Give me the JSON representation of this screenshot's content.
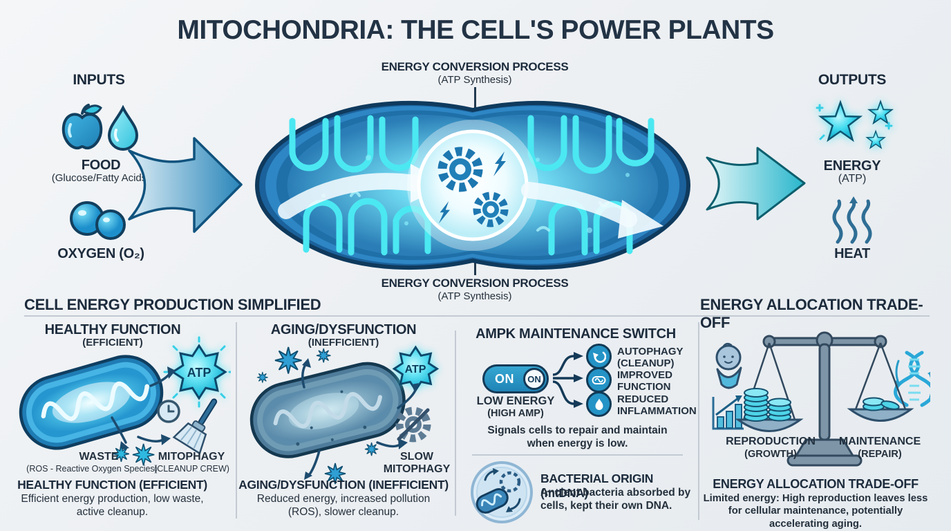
{
  "title": "MITOCHONDRIA: THE CELL'S POWER PLANTS",
  "process": {
    "label": "ENERGY CONVERSION PROCESS",
    "sub": "(ATP Synthesis)"
  },
  "inputs": {
    "heading": "INPUTS",
    "food_label": "FOOD",
    "food_sub": "(Glucose/Fatty Acids)",
    "oxygen_label": "OXYGEN (O₂)"
  },
  "outputs": {
    "heading": "OUTPUTS",
    "energy_label": "ENERGY",
    "energy_sub": "(ATP)",
    "heat_label": "HEAT"
  },
  "production": {
    "heading": "CELL ENERGY PRODUCTION SIMPLIFIED",
    "healthy": {
      "title": "HEALTHY FUNCTION",
      "subtitle": "(EFFICIENT)",
      "atp": "ATP",
      "waste_label": "WASTE",
      "waste_sub": "(ROS - Reactive Oxygen Species)",
      "mitophagy_label": "MITOPHAGY",
      "mitophagy_sub": "(CLEANUP CREW)",
      "caption_title": "HEALTHY FUNCTION (EFFICIENT)",
      "caption_body": "Efficient energy production, low waste, active cleanup."
    },
    "aging": {
      "title": "AGING/DYSFUNCTION",
      "subtitle": "(INEFFICIENT)",
      "atp": "ATP",
      "slow_line1": "SLOW",
      "slow_line2": "MITOPHAGY",
      "caption_title": "AGING/DYSFUNCTION (INEFFICIENT)",
      "caption_body": "Reduced energy, increased pollution (ROS), slower cleanup."
    }
  },
  "ampk": {
    "heading": "AMPK MAINTENANCE SWITCH",
    "toggle_track": "ON",
    "toggle_knob": "ON",
    "switch_label": "LOW ENERGY",
    "switch_sub": "(HIGH AMP)",
    "outcomes": [
      {
        "line1": "AUTOPHAGY",
        "line2": "(CLEANUP)"
      },
      {
        "line1": "IMPROVED",
        "line2": "FUNCTION"
      },
      {
        "line1": "REDUCED",
        "line2": "INFLAMMATION"
      }
    ],
    "caption": "Signals cells to repair and maintain when energy is low."
  },
  "bacterial": {
    "title": "BACTERIAL ORIGIN (mtDNA)",
    "body": "Ancient bacteria absorbed by cells, kept their own DNA."
  },
  "tradeoff": {
    "heading": "ENERGY ALLOCATION TRADE-OFF",
    "left_label": "REPRODUCTION",
    "left_sub": "(GROWTH)",
    "right_label": "MAINTENANCE",
    "right_sub": "(REPAIR)",
    "caption_title": "ENERGY ALLOCATION TRADE-OFF",
    "caption_body": "Limited energy: High reproduction leaves less for cellular maintenance, potentially accelerating aging."
  },
  "colors": {
    "background": "#eef1f4",
    "text_dark": "#1c2b3c",
    "accent_blue": "#2a8fc4",
    "accent_cyan": "#3fd8ea",
    "divider": "#c3cad3"
  }
}
